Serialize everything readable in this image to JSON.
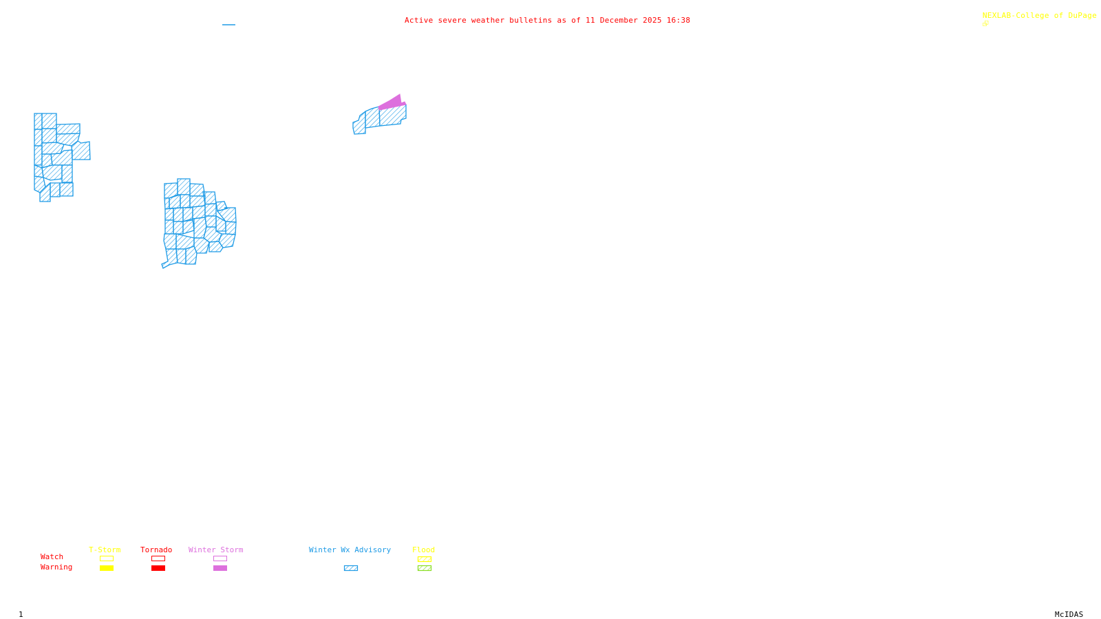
{
  "header": {
    "title": "Active severe weather bulletins as of 11 December 2025 16:38",
    "credit": "NEXLAB-College of DuPage"
  },
  "footer": {
    "frame_number": "1",
    "software": "McIDAS"
  },
  "colors": {
    "title": "#ff0000",
    "credit": "#ffff00",
    "tstorm": "#ffff00",
    "tornado": "#ff0000",
    "winter_storm": "#dd70dd",
    "winter_wx_advisory": "#1e9be6",
    "flood_watch": "#ffff00",
    "flood_warning": "#88dd22"
  },
  "legend": {
    "row_labels": {
      "watch": "Watch",
      "warning": "Warning"
    },
    "columns": [
      {
        "label": "T-Storm",
        "watch": "outline",
        "warning": "solid"
      },
      {
        "label": "Tornado",
        "watch": "outline",
        "warning": "solid"
      },
      {
        "label": "Winter Storm",
        "watch": "outline",
        "warning": "solid"
      },
      {
        "label": "Winter Wx Advisory",
        "watch": "none",
        "warning": "hatched"
      },
      {
        "label": "Flood",
        "watch": "hatched",
        "warning": "hatched"
      }
    ]
  },
  "map": {
    "regions": [
      {
        "name": "west-advisory-region",
        "type": "Winter Wx Advisory"
      },
      {
        "name": "central-advisory-region",
        "type": "Winter Wx Advisory"
      },
      {
        "name": "northeast-advisory-region",
        "type": "Winter Wx Advisory"
      },
      {
        "name": "northeast-winter-storm-region",
        "type": "Winter Storm Warning"
      }
    ]
  }
}
